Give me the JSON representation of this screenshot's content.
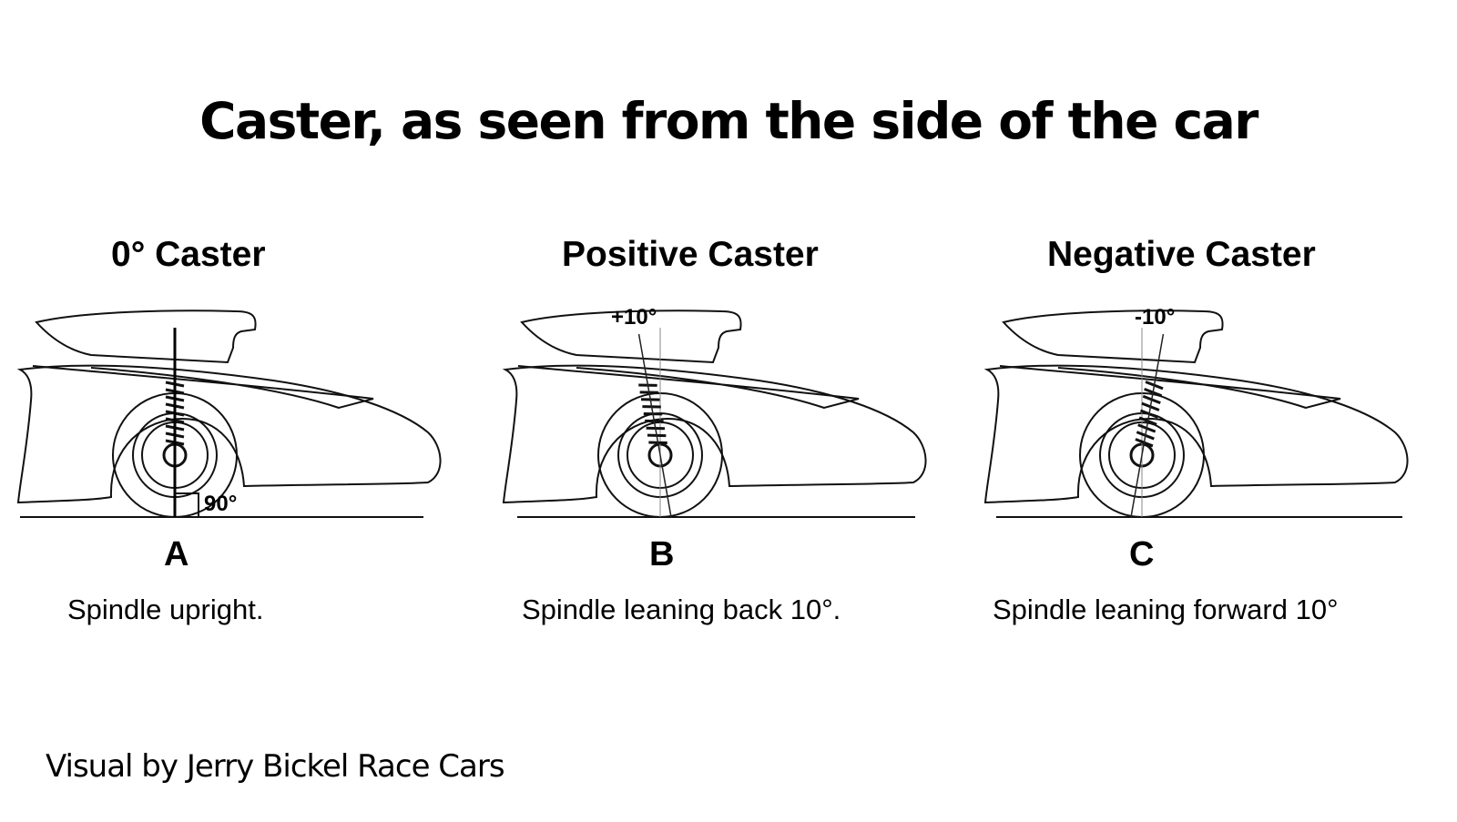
{
  "title": "Caster, as seen from the side of the car",
  "panels": [
    {
      "heading": "0° Caster",
      "angle_label": "90°",
      "letter": "A",
      "caption": "Spindle upright.",
      "tilt_degrees": 0
    },
    {
      "heading": "Positive Caster",
      "angle_label": "+10°",
      "letter": "B",
      "caption": "Spindle leaning back 10°.",
      "tilt_degrees": 10
    },
    {
      "heading": "Negative Caster",
      "angle_label": "-10°",
      "letter": "C",
      "caption": "Spindle leaning forward 10°",
      "tilt_degrees": -10
    }
  ],
  "credit": "Visual by Jerry Bickel Race Cars"
}
